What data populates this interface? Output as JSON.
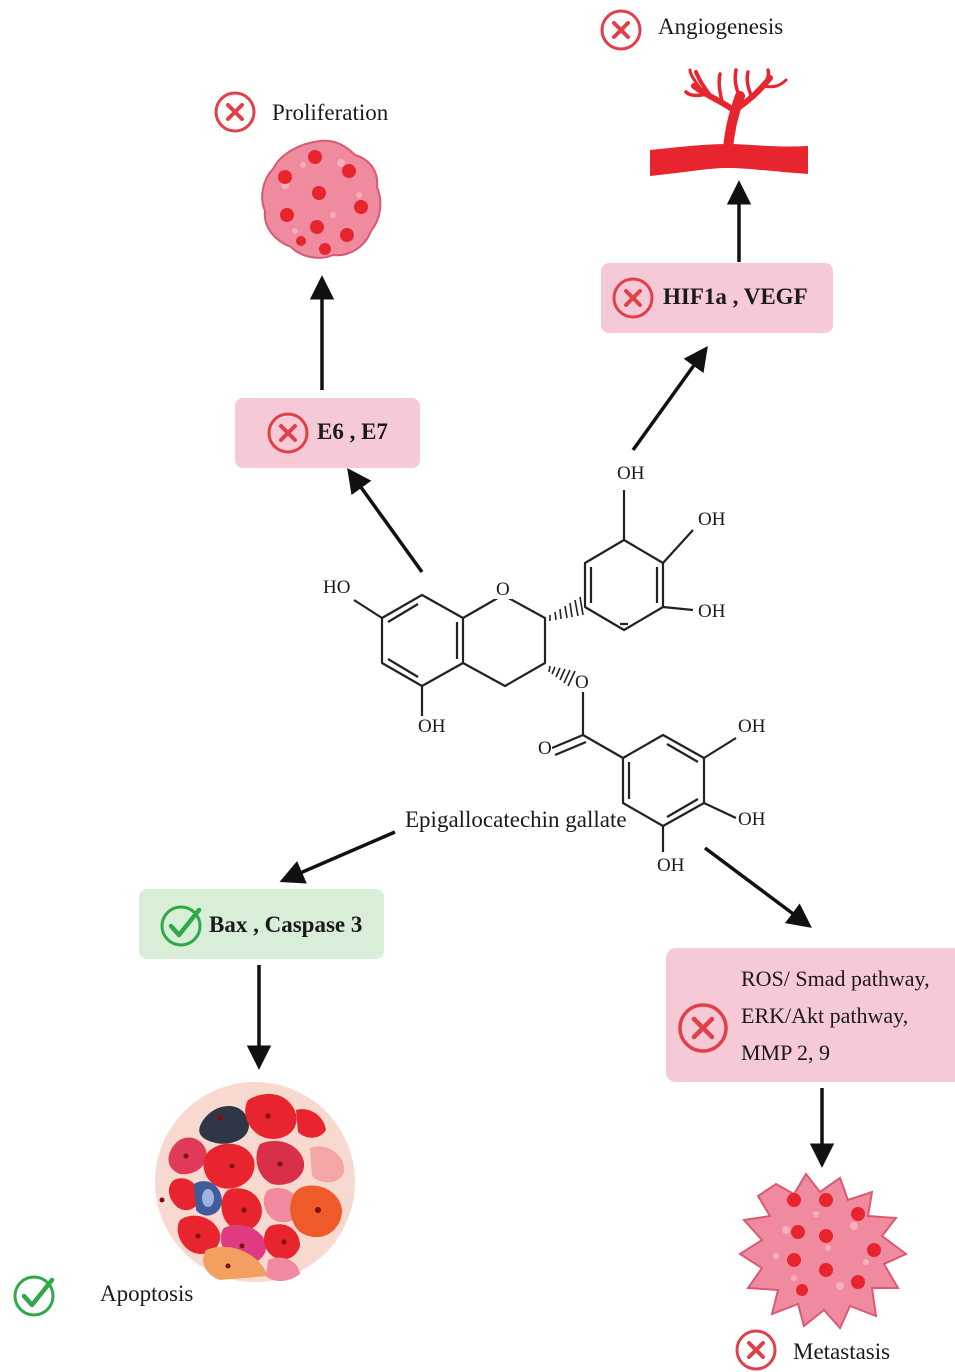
{
  "outcomes": {
    "angiogenesis": "Angiogenesis",
    "proliferation": "Proliferation",
    "apoptosis": "Apoptosis",
    "metastasis": "Metastasis"
  },
  "targets": {
    "e6_e7": "E6 , E7",
    "hif_vegf": "HIF1a , VEGF",
    "bax_caspase": "Bax , Caspase 3",
    "ros_lines": [
      "ROS/ Smad pathway,",
      "ERK/Akt pathway,",
      "MMP 2, 9"
    ]
  },
  "molecule": {
    "name": "Epigallocatechin gallate",
    "atoms": {
      "oh": "OH",
      "ho": "HO",
      "o": "O"
    }
  },
  "colors": {
    "inhibit": "#e0404a",
    "activate": "#2fa84a",
    "pink_box": "#f6c9d6",
    "green_box": "#d8eed6",
    "tissue_red": "#e8242e"
  },
  "icons": {
    "inhibit": "x-circle-icon",
    "activate": "check-circle-icon"
  }
}
